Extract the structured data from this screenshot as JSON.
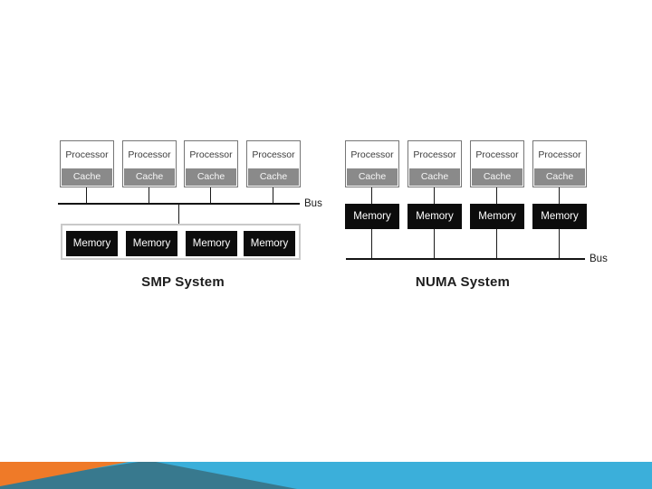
{
  "smp": {
    "title": "SMP System",
    "bus_label": "Bus",
    "columns": [
      {
        "processor": "Processor",
        "cache": "Cache"
      },
      {
        "processor": "Processor",
        "cache": "Cache"
      },
      {
        "processor": "Processor",
        "cache": "Cache"
      },
      {
        "processor": "Processor",
        "cache": "Cache"
      }
    ],
    "memories": [
      "Memory",
      "Memory",
      "Memory",
      "Memory"
    ]
  },
  "numa": {
    "title": "NUMA System",
    "bus_label": "Bus",
    "columns": [
      {
        "processor": "Processor",
        "cache": "Cache",
        "memory": "Memory"
      },
      {
        "processor": "Processor",
        "cache": "Cache",
        "memory": "Memory"
      },
      {
        "processor": "Processor",
        "cache": "Cache",
        "memory": "Memory"
      },
      {
        "processor": "Processor",
        "cache": "Cache",
        "memory": "Memory"
      }
    ]
  },
  "colors": {
    "accent_orange": "#EF7A28",
    "accent_teal": "#38798E",
    "accent_blue": "#3BAFDA",
    "cache_gray": "#8A8A8A",
    "memory_black": "#0C0C0C"
  }
}
